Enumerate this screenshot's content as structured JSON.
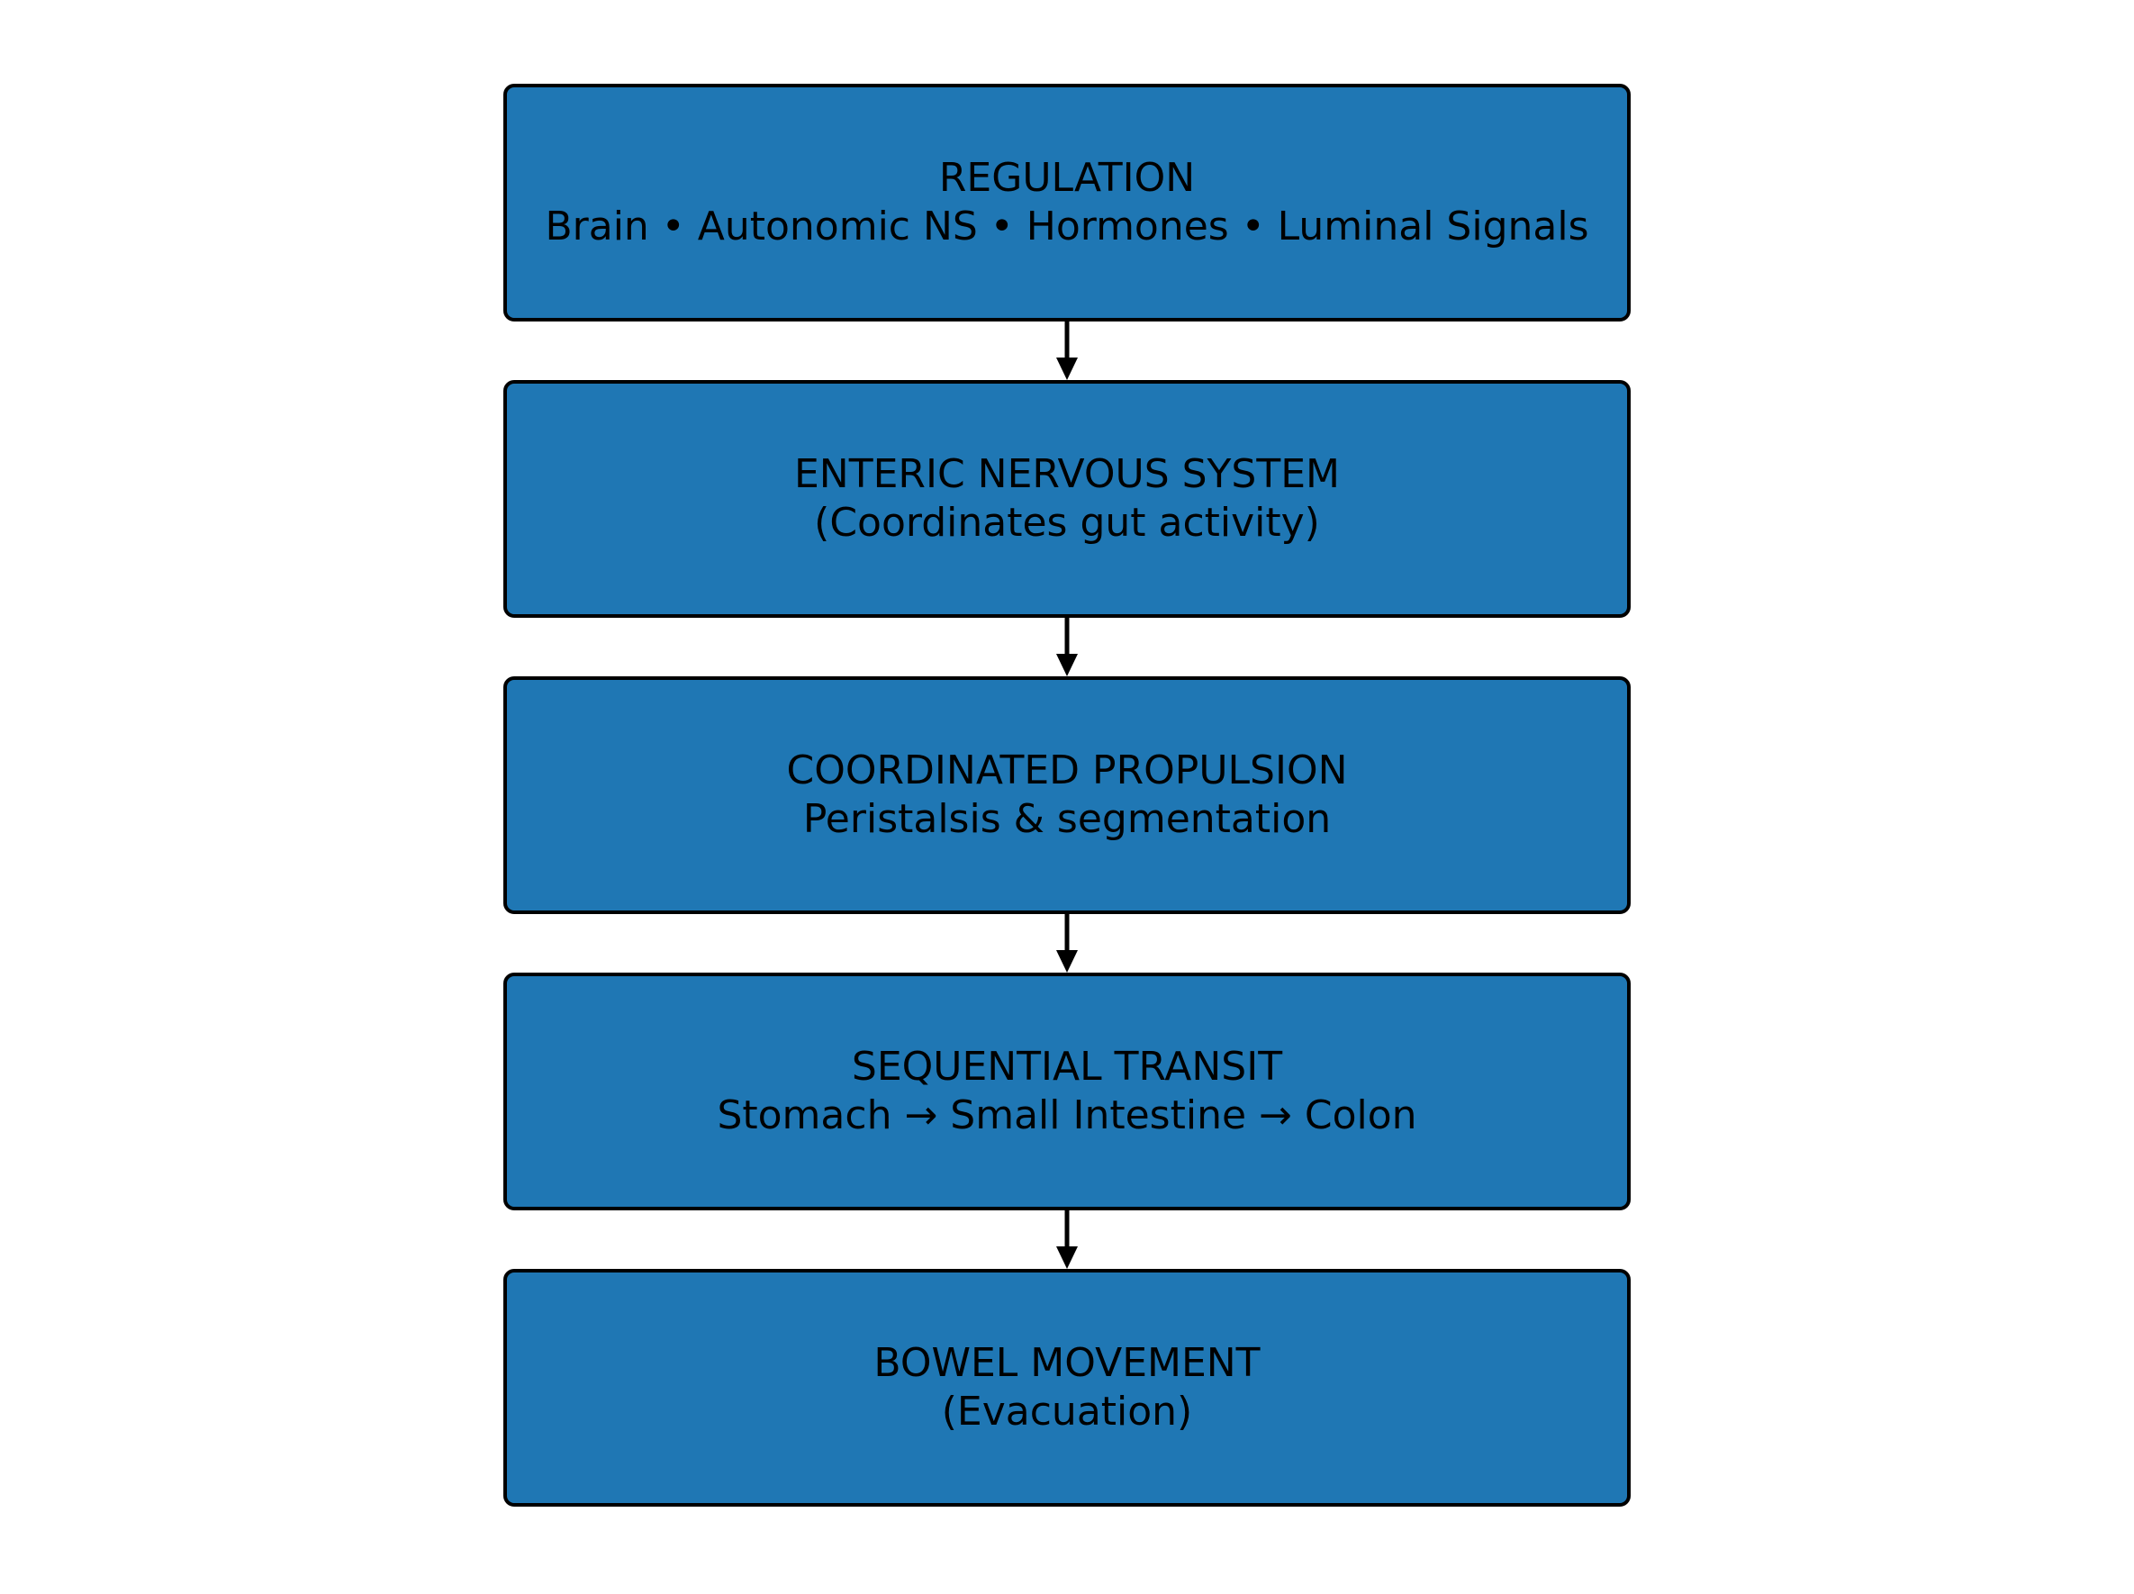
{
  "diagram": {
    "type": "flowchart",
    "direction": "top-to-bottom",
    "colors": {
      "page_bg": "#ffffff",
      "box_fill": "#1f77b4",
      "box_border": "#000000",
      "text_color": "#000000",
      "arrow_color": "#000000"
    },
    "boxes": [
      {
        "title": "REGULATION",
        "subtitle": "Brain • Autonomic NS • Hormones • Luminal Signals"
      },
      {
        "title": "ENTERIC NERVOUS SYSTEM",
        "subtitle": "(Coordinates gut activity)"
      },
      {
        "title": "COORDINATED PROPULSION",
        "subtitle": "Peristalsis & segmentation"
      },
      {
        "title": "SEQUENTIAL TRANSIT",
        "subtitle": "Stomach → Small Intestine → Colon"
      },
      {
        "title": "BOWEL MOVEMENT",
        "subtitle": "(Evacuation)"
      }
    ],
    "connectors": [
      {
        "from": 0,
        "to": 1,
        "style": "arrow-down"
      },
      {
        "from": 1,
        "to": 2,
        "style": "arrow-down"
      },
      {
        "from": 2,
        "to": 3,
        "style": "arrow-down"
      },
      {
        "from": 3,
        "to": 4,
        "style": "arrow-down"
      }
    ]
  }
}
